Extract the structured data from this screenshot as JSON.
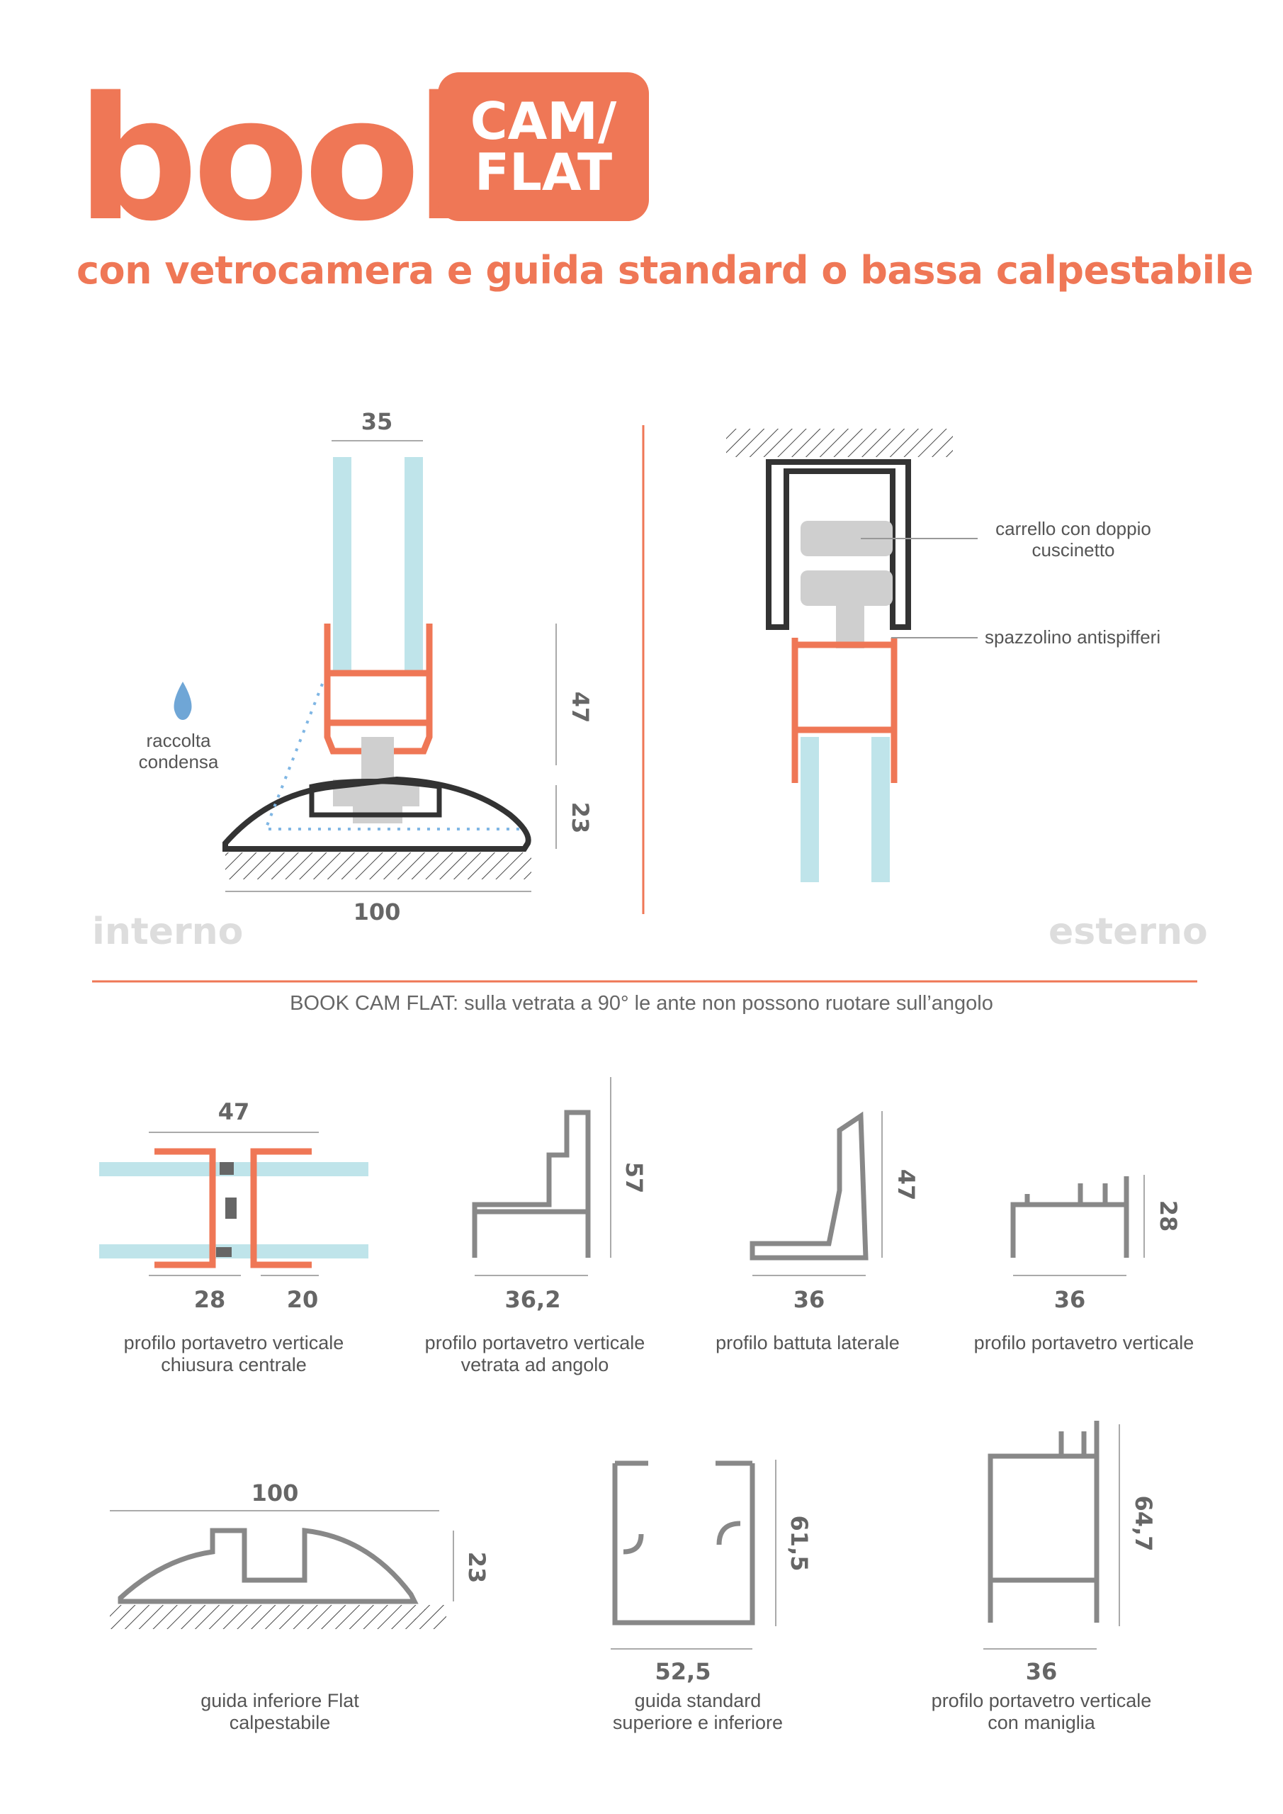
{
  "header": {
    "brand": "book",
    "badge_line1": "CAM/",
    "badge_line2": "FLAT",
    "subtitle": "con vetrocamera e guida standard o bassa calpestabile"
  },
  "section_main": {
    "dim_top_glass": "35",
    "dim_height_upper": "47",
    "dim_height_lower": "23",
    "dim_width_base": "100",
    "label_condensa_1": "raccolta",
    "label_condensa_2": "condensa",
    "label_carrello_1": "carrello con doppio",
    "label_carrello_2": "cuscinetto",
    "label_spazzolino": "spazzolino antispifferi",
    "side_left": "interno",
    "side_right": "esterno"
  },
  "note": "BOOK CAM FLAT: sulla vetrata a 90° le ante non possono ruotare sull’angolo",
  "profiles": [
    {
      "dims": [
        "47",
        "28",
        "20"
      ],
      "caption_1": "profilo portavetro verticale",
      "caption_2": "chiusura centrale"
    },
    {
      "dims": [
        "57",
        "36,2"
      ],
      "caption_1": "profilo portavetro verticale",
      "caption_2": "vetrata ad angolo"
    },
    {
      "dims": [
        "47",
        "36"
      ],
      "caption_1": "profilo battuta laterale",
      "caption_2": ""
    },
    {
      "dims": [
        "28",
        "36"
      ],
      "caption_1": "profilo portavetro verticale",
      "caption_2": ""
    },
    {
      "dims": [
        "100",
        "23"
      ],
      "caption_1": "guida inferiore Flat",
      "caption_2": "calpestabile"
    },
    {
      "dims": [
        "61,5",
        "52,5"
      ],
      "caption_1": "guida standard",
      "caption_2": "superiore e inferiore"
    },
    {
      "dims": [
        "64,7",
        "36"
      ],
      "caption_1": "profilo portavetro verticale",
      "caption_2": "con maniglia"
    }
  ],
  "colors": {
    "accent": "#ef7756",
    "glass": "#bfe4ea",
    "profile_grey": "#8a8a8a",
    "dark": "#333333"
  }
}
